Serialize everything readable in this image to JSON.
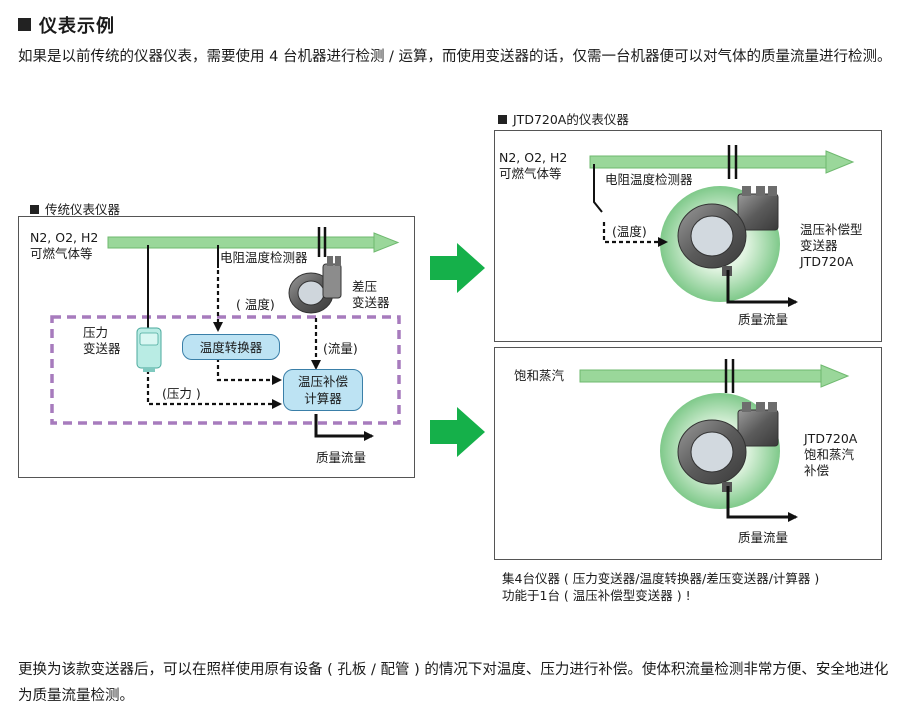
{
  "heading": "仪表示例",
  "intro": "如果是以前传统的仪器仪表，需要使用 4 台机器进行检测 / 运算，而使用变送器的话，仅需一台机器便可以对气体的质量流量进行检测。",
  "left_panel": {
    "caption": "传统仪表仪器",
    "gas_label_1": "N2, O2, H2",
    "gas_label_2": "可燃气体等",
    "rtd_label": "电阻温度检测器",
    "temp_label": "( 温度)",
    "dp_label_1": "差压",
    "dp_label_2": "变送器",
    "pt_label_1": "压力",
    "pt_label_2": "变送器",
    "temp_converter": "温度转换器",
    "flow_label": "(流量)",
    "pressure_label": "(压力 )",
    "calc_label_1": "温压补偿",
    "calc_label_2": "计算器",
    "mass_flow": "质量流量"
  },
  "right_top": {
    "caption": "JTD720A的仪表仪器",
    "gas_label_1": "N2, O2, H2",
    "gas_label_2": "可燃气体等",
    "rtd_label": "电阻温度检测器",
    "temp_label": "(温度)",
    "device_1": "温压补偿型",
    "device_2": "变送器",
    "device_3": "JTD720A",
    "mass_flow": "质量流量"
  },
  "right_bottom": {
    "steam_label": "饱和蒸汽",
    "device_1": "JTD720A",
    "device_2": "饱和蒸汽",
    "device_3": "补偿",
    "mass_flow": "质量流量"
  },
  "summary_1": "集4台仪器 ( 压力变送器/温度转换器/差压变送器/计算器 )",
  "summary_2": "功能于1台 ( 温压补偿型变送器 ) !",
  "outro": "更换为该款变送器后，可以在照样使用原有设备 ( 孔板 / 配管 ) 的情况下对温度、压力进行补偿。使体积流量检测非常方便、安全地进化为质量流量检测。",
  "colors": {
    "pipe_green": "#9ad79a",
    "big_arrow_green": "#15b04a",
    "dashed_box": "#a77bbd",
    "calc_blue": "#bde3f3",
    "device_glow": "#8fd08f"
  },
  "icons": [
    "rtd-sensor-icon",
    "dp-transmitter-icon",
    "pressure-transmitter-icon",
    "jtd720a-device-icon"
  ]
}
